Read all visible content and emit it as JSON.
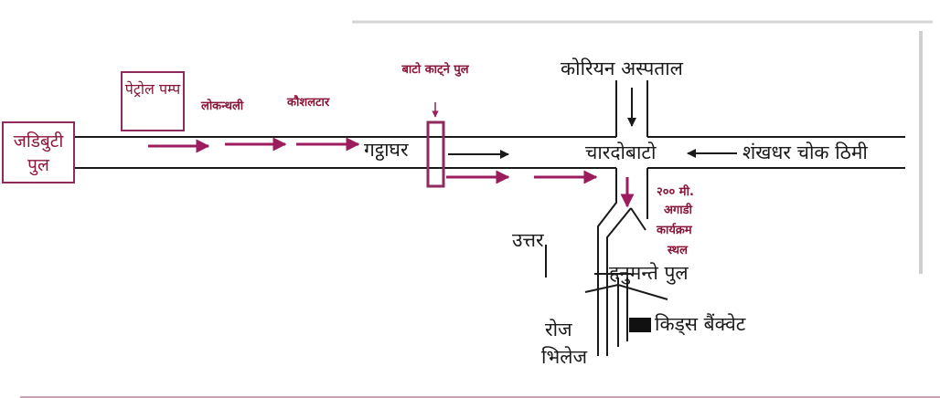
{
  "places": {
    "jadibuti_pul": "जडिबुटी पुल",
    "petrol_pump": "पेट्रोल पम्प",
    "lokanthali": "लोकन्थली",
    "koshaltar": "कौशलटार",
    "bato_katne_pul": "बाटो काट्ने पुल",
    "gatthaghar": "गट्ठाघर",
    "korean_hospital": "कोरियन अस्पताल",
    "chardobato": "चारदोबाटो",
    "shankhadhar_chok": "शंखधर चोक ठिमी",
    "venue_note": [
      "२०० मी.",
      "अगाडी",
      "कार्यक्रम",
      "स्थल"
    ],
    "north": "उत्तर",
    "hanumante_pul": "हनुमन्ते पुल",
    "kids_banquet": "किड्स बैंक्वेट",
    "rose_village": [
      "रोज",
      "भिलेज"
    ]
  },
  "colors": {
    "road": "#1a1a1a",
    "route": "#9c1c5e",
    "box": "#8e2a5c",
    "label_red": "#8a1538",
    "frame": "#cfcfcf"
  }
}
